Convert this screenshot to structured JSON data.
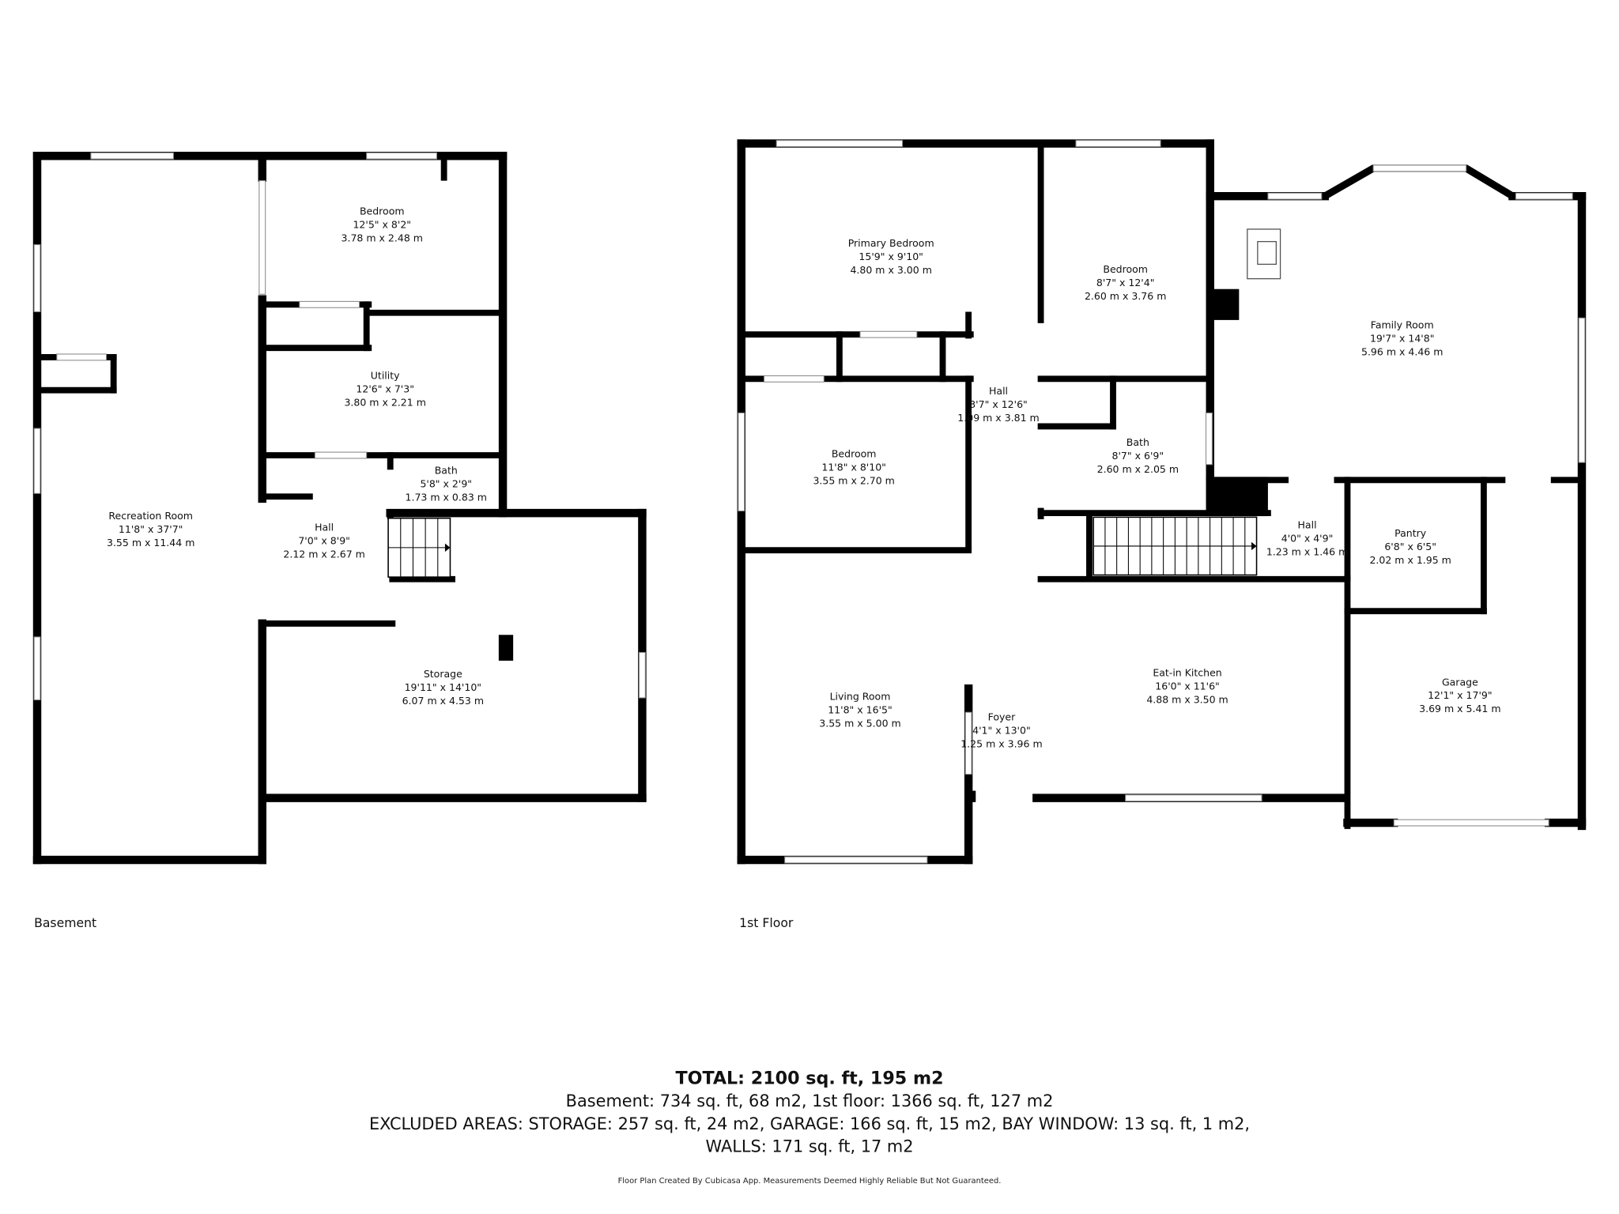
{
  "basement": {
    "label": "Basement",
    "rooms": [
      {
        "name": "Recreation Room",
        "imperial": "11'8\" x 37'7\"",
        "metric": "3.55 m x 11.44 m"
      },
      {
        "name": "Bedroom",
        "imperial": "12'5\" x 8'2\"",
        "metric": "3.78 m x 2.48 m"
      },
      {
        "name": "Utility",
        "imperial": "12'6\" x 7'3\"",
        "metric": "3.80 m x 2.21 m"
      },
      {
        "name": "Bath",
        "imperial": "5'8\" x 2'9\"",
        "metric": "1.73 m x 0.83 m"
      },
      {
        "name": "Hall",
        "imperial": "7'0\" x 8'9\"",
        "metric": "2.12 m x 2.67 m"
      },
      {
        "name": "Storage",
        "imperial": "19'11\" x 14'10\"",
        "metric": "6.07 m x 4.53 m"
      }
    ]
  },
  "first_floor": {
    "label": "1st Floor",
    "rooms": [
      {
        "name": "Primary Bedroom",
        "imperial": "15'9\" x 9'10\"",
        "metric": "4.80 m x 3.00 m"
      },
      {
        "name": "Bedroom",
        "imperial": "8'7\" x 12'4\"",
        "metric": "2.60 m x 3.76 m"
      },
      {
        "name": "Family Room",
        "imperial": "19'7\" x 14'8\"",
        "metric": "5.96 m x 4.46 m"
      },
      {
        "name": "Hall",
        "imperial": "3'7\" x 12'6\"",
        "metric": "1.09 m x 3.81 m"
      },
      {
        "name": "Bedroom",
        "imperial": "11'8\" x 8'10\"",
        "metric": "3.55 m x 2.70 m"
      },
      {
        "name": "Bath",
        "imperial": "8'7\" x 6'9\"",
        "metric": "2.60 m x 2.05 m"
      },
      {
        "name": "Hall",
        "imperial": "4'0\" x 4'9\"",
        "metric": "1.23 m x 1.46 m"
      },
      {
        "name": "Pantry",
        "imperial": "6'8\" x 6'5\"",
        "metric": "2.02 m x 1.95 m"
      },
      {
        "name": "Living Room",
        "imperial": "11'8\" x 16'5\"",
        "metric": "3.55 m x 5.00 m"
      },
      {
        "name": "Foyer",
        "imperial": "4'1\" x 13'0\"",
        "metric": "1.25 m x 3.96 m"
      },
      {
        "name": "Eat-in Kitchen",
        "imperial": "16'0\" x 11'6\"",
        "metric": "4.88 m x 3.50 m"
      },
      {
        "name": "Garage",
        "imperial": "12'1\" x 17'9\"",
        "metric": "3.69 m x 5.41 m"
      }
    ]
  },
  "summary": {
    "total": "TOTAL: 2100 sq. ft, 195 m2",
    "floors": "Basement: 734 sq. ft, 68 m2, 1st floor: 1366 sq. ft, 127 m2",
    "excluded": "EXCLUDED AREAS: STORAGE: 257 sq. ft, 24 m2, GARAGE: 166 sq. ft, 15 m2, BAY WINDOW: 13 sq. ft, 1 m2,",
    "walls": "WALLS: 171 sq. ft, 17 m2",
    "credit": "Floor Plan Created By Cubicasa App. Measurements Deemed Highly Reliable But Not Guaranteed."
  },
  "colors": {
    "wall": "#000000",
    "window": "#ffffff",
    "background": "#ffffff"
  }
}
